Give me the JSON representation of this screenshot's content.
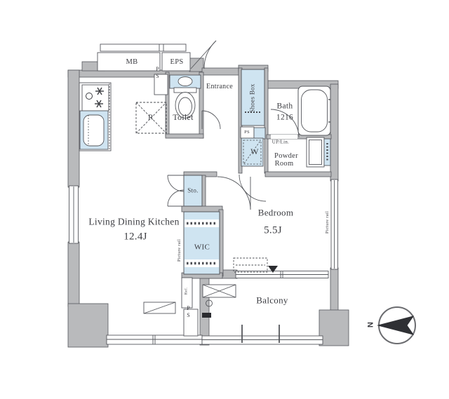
{
  "plan": {
    "colors": {
      "wall_fill": "#b9babc",
      "wall_line": "#55575c",
      "fixture_fill": "#cfe4f1",
      "line": "#4a4c52",
      "text": "#3c3d42"
    },
    "shafts": {
      "mb": "MB",
      "eps": "EPS",
      "ps_entry": "PS",
      "ps_hall": "PS",
      "ps_living": "PS"
    },
    "entry": {
      "entrance": "Entrance",
      "shoes_box": "Shoes Box"
    },
    "sanitary": {
      "toilet": "Toilet",
      "bath_name": "Bath",
      "bath_size": "1216",
      "up_lin": "UP/Lin.",
      "powder_line1": "Powder",
      "powder_line2": "Room",
      "washer": "W"
    },
    "storage": {
      "sto": "Sto.",
      "wic": "WIC",
      "ref": "Ref."
    },
    "living": {
      "name": "Living Dining Kitchen",
      "size": "12.4J",
      "range": "R",
      "picture_rail": "Picture rail"
    },
    "bedroom": {
      "name": "Bedroom",
      "size": "5.5J",
      "picture_rail": "Picture rail"
    },
    "outdoor": {
      "balcony": "Balcony"
    },
    "compass": {
      "north": "N"
    }
  }
}
